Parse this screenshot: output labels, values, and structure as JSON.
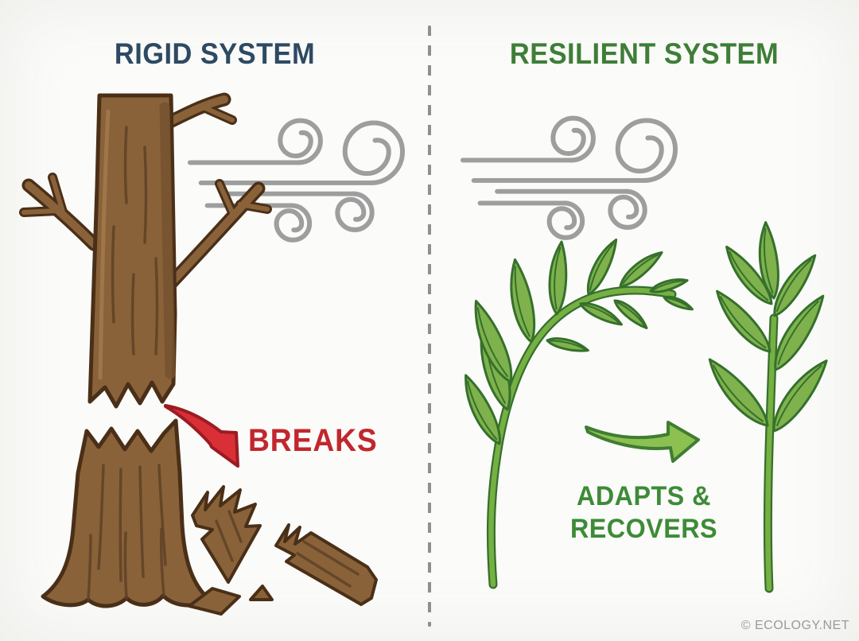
{
  "page": {
    "background_color": "#fbfbf9",
    "copyright": "© ECOLOGY.NET",
    "copyright_color": "#9a9a9a"
  },
  "left_panel": {
    "title": "RIGID SYSTEM",
    "title_color": "#2d4a63",
    "outcome_label": "BREAKS",
    "outcome_color": "#c1272d",
    "illustrations": [
      {
        "name": "wind-gust-icon",
        "color": "#9e9e9e"
      },
      {
        "name": "broken-tree-illustration",
        "trunk_color": "#8a6239",
        "outline_color": "#4a2f18"
      },
      {
        "name": "break-arrow-icon",
        "color": "#d92f36"
      }
    ]
  },
  "right_panel": {
    "title": "RESILIENT SYSTEM",
    "title_color": "#3e7e38",
    "outcome_label_line1": "ADAPTS &",
    "outcome_label_line2": "RECOVERS",
    "outcome_color": "#3d8b37",
    "illustrations": [
      {
        "name": "wind-gust-icon",
        "color": "#9e9e9e"
      },
      {
        "name": "bent-plant-illustration",
        "leaf_color": "#7fb24c",
        "outline_color": "#35702c"
      },
      {
        "name": "adapt-arrow-icon",
        "color": "#8cc152"
      },
      {
        "name": "recovered-plant-illustration",
        "leaf_color": "#7fb24c",
        "outline_color": "#35702c"
      }
    ]
  },
  "divider": {
    "style": "dashed",
    "color": "#8f8f8f"
  }
}
